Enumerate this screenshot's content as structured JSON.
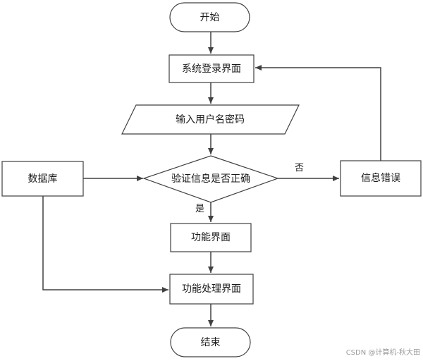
{
  "nodes": {
    "start": "开始",
    "login": "系统登录界面",
    "input": "输入用户名密码",
    "database": "数据库",
    "verify": "验证信息是否正确",
    "error": "信息错误",
    "function": "功能界面",
    "process": "功能处理界面",
    "end": "结束"
  },
  "edge_labels": {
    "no": "否",
    "yes": "是"
  },
  "watermark": "CSDN @计算机-秋大田"
}
